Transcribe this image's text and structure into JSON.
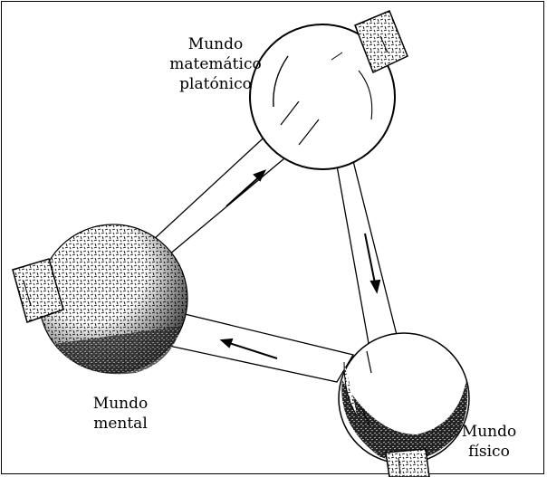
{
  "labels": {
    "platonic": [
      "Mundo",
      "matemático",
      "platónico"
    ],
    "mental": [
      "Mundo",
      "mental"
    ],
    "physical": [
      "Mundo",
      "físico"
    ]
  },
  "colors": {
    "ink": "#000000",
    "paper": "#ffffff"
  },
  "icons": [
    "glass-flask-icon",
    "textured-flask-icon",
    "cork-icon",
    "flow-arrow-icon"
  ]
}
